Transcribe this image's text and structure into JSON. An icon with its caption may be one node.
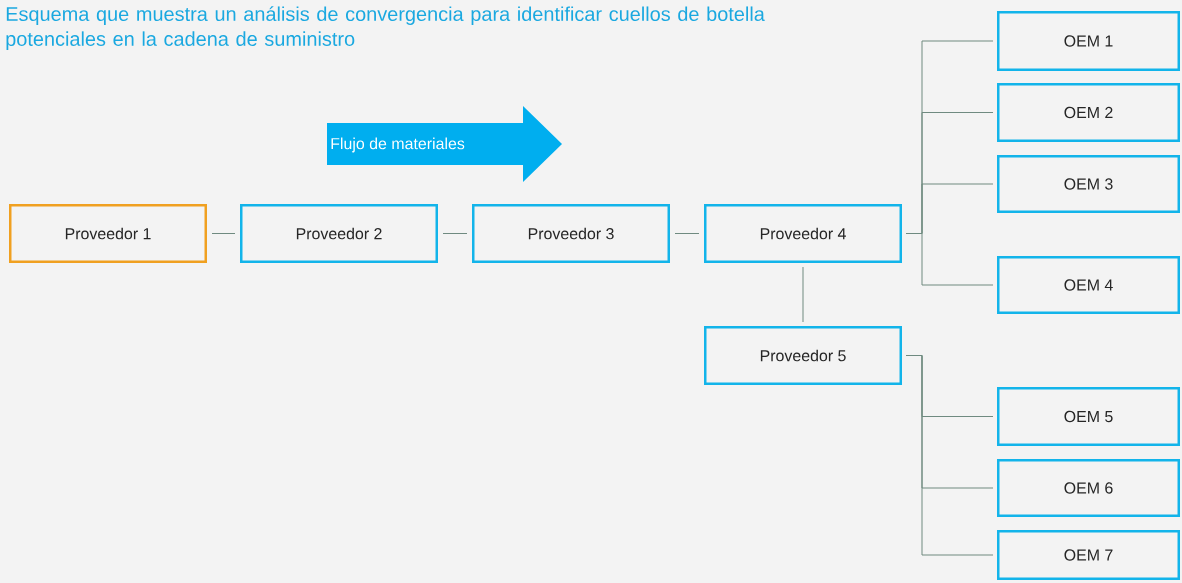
{
  "diagram": {
    "title": "Esquema que muestra un análisis de convergencia para identificar cuellos de botella potenciales en la cadena de suministro",
    "nodes": [
      {
        "text": [
          "Flujo de materiales"
        ]
      },
      {
        "text": [
          "Proveedor 1"
        ]
      },
      {
        "text": [
          "Proveedor 2"
        ]
      },
      {
        "text": [
          "Proveedor 3"
        ]
      },
      {
        "text": [
          "Proveedor 4"
        ]
      },
      {
        "text": [
          "OEM 1"
        ]
      },
      {
        "text": [
          "OEM 2"
        ]
      },
      {
        "text": [
          "OEM 3"
        ]
      },
      {
        "text": [
          "OEM 4"
        ]
      },
      {
        "text": [
          "Proveedor 5"
        ]
      },
      {
        "text": [
          "OEM 5"
        ]
      },
      {
        "text": [
          "OEM 6"
        ]
      },
      {
        "text": [
          "OEM 7"
        ]
      }
    ],
    "edges": [
      {
        "from": 1,
        "to": 2,
        "arrow": "none"
      },
      {
        "from": 2,
        "to": 3,
        "arrow": "none"
      },
      {
        "from": 3,
        "to": 4,
        "arrow": "none"
      },
      {
        "from": 4,
        "to": 5,
        "arrow": "none"
      },
      {
        "from": 4,
        "to": 6,
        "arrow": "none"
      },
      {
        "from": 4,
        "to": 7,
        "arrow": "none"
      },
      {
        "from": 4,
        "to": 8,
        "arrow": "none"
      },
      {
        "from": 4,
        "to": 9,
        "arrow": "none"
      },
      {
        "from": 9,
        "to": 10,
        "arrow": "none"
      },
      {
        "from": 9,
        "to": 11,
        "arrow": "none"
      },
      {
        "from": 9,
        "to": 12,
        "arrow": "none"
      }
    ]
  }
}
